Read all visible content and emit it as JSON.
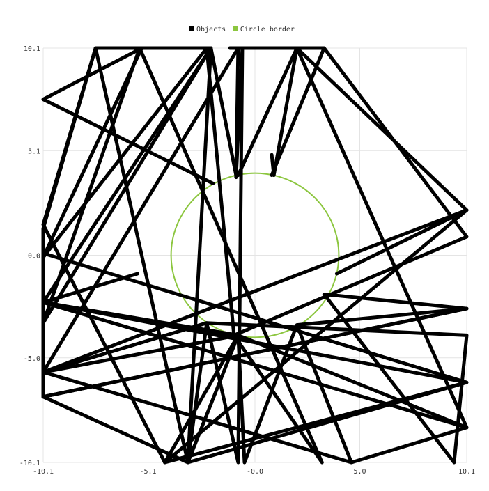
{
  "chart_data": {
    "type": "line",
    "legend": {
      "position": "top-center",
      "items": [
        {
          "label": "Objects",
          "color": "#000000"
        },
        {
          "label": "Circle border",
          "color": "#8cc63f"
        }
      ]
    },
    "xlim": [
      -10.1,
      10.1
    ],
    "ylim": [
      -10.1,
      10.1
    ],
    "x_ticks": [
      -10.1,
      -5.1,
      -0.0,
      5.0,
      10.1
    ],
    "x_tick_labels": [
      "-10.1",
      "-5.1",
      "-0.0",
      "5.0",
      "10.1"
    ],
    "y_ticks": [
      10.1,
      5.1,
      0.0,
      -5.0,
      -10.1
    ],
    "y_tick_labels": [
      "10.1",
      "5.1",
      "0.0",
      "-5.0",
      "-10.1"
    ],
    "grid": true,
    "circle_border": {
      "center": [
        0,
        0
      ],
      "radius": 4.0,
      "color": "#8cc63f"
    },
    "objects_color": "#000000",
    "objects_paths": [
      [
        [
          -5.6,
          -0.9
        ],
        [
          -10.1,
          -2.3
        ],
        [
          -0.8,
          -3.9
        ],
        [
          -4.3,
          -10.1
        ],
        [
          -10.1,
          1.5
        ],
        [
          -7.6,
          10.1
        ],
        [
          -3.2,
          -10.1
        ],
        [
          -2.1,
          10.1
        ],
        [
          -0.9,
          3.9
        ],
        [
          -2.1,
          10.1
        ],
        [
          -10.1,
          -3.3
        ],
        [
          -5.5,
          10.1
        ],
        [
          3.2,
          -10.1
        ],
        [
          -1.0,
          -3.9
        ],
        [
          -2.3,
          10.1
        ],
        [
          -10.1,
          -0.1
        ],
        [
          -5.4,
          10.1
        ],
        [
          -10.1,
          7.6
        ],
        [
          -2.0,
          3.5
        ]
      ],
      [
        [
          0.8,
          4.9
        ],
        [
          0.9,
          3.9
        ],
        [
          2.0,
          10.1
        ],
        [
          10.1,
          -8.4
        ],
        [
          4.6,
          -10.1
        ],
        [
          -10.1,
          -5.7
        ],
        [
          -2.3,
          -3.3
        ],
        [
          -0.8,
          -10.1
        ],
        [
          -0.6,
          10.1
        ],
        [
          -0.9,
          3.8
        ],
        [
          -0.8,
          10.1
        ],
        [
          -10.1,
          -5.7
        ],
        [
          -0.8,
          -3.9
        ],
        [
          10.1,
          -8.4
        ],
        [
          -10.1,
          -2.3
        ]
      ],
      [
        [
          -0.8,
          3.9
        ],
        [
          2.0,
          10.1
        ],
        [
          10.1,
          2.2
        ],
        [
          -4.3,
          -10.1
        ],
        [
          10.1,
          -6.2
        ],
        [
          -10.1,
          0.1
        ],
        [
          -10.1,
          -6.9
        ],
        [
          10.1,
          -2.6
        ],
        [
          3.3,
          -1.9
        ],
        [
          9.5,
          -10.1
        ],
        [
          10.1,
          -3.9
        ],
        [
          -2.3,
          -3.3
        ],
        [
          -3.2,
          -10.1
        ],
        [
          10.1,
          -6.2
        ],
        [
          -10.1,
          -2.3
        ]
      ],
      [
        [
          3.9,
          -0.9
        ],
        [
          10.1,
          2.2
        ],
        [
          -10.1,
          -5.7
        ],
        [
          -10.1,
          1.3
        ],
        [
          -7.6,
          10.1
        ],
        [
          -2.1,
          10.1
        ],
        [
          -10.1,
          -2.3
        ],
        [
          -1.0,
          -3.9
        ],
        [
          10.1,
          0.9
        ],
        [
          3.3,
          10.1
        ],
        [
          0.8,
          3.9
        ],
        [
          3.3,
          10.1
        ],
        [
          -1.2,
          10.1
        ]
      ],
      [
        [
          2.0,
          -3.4
        ],
        [
          -0.5,
          -10.1
        ],
        [
          -0.8,
          -3.9
        ],
        [
          -3.2,
          -10.1
        ],
        [
          -10.1,
          -6.9
        ],
        [
          10.1,
          -2.6
        ],
        [
          2.0,
          -3.4
        ],
        [
          4.6,
          -10.1
        ]
      ]
    ]
  }
}
